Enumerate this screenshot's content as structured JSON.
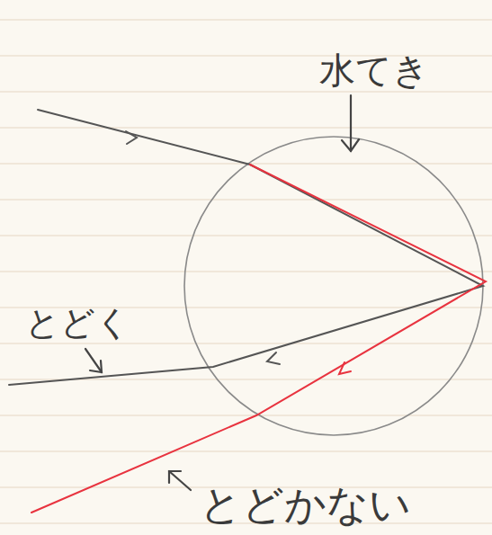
{
  "diagram": {
    "labels": [
      "水てき",
      "とどく",
      "とどかない"
    ]
  }
}
